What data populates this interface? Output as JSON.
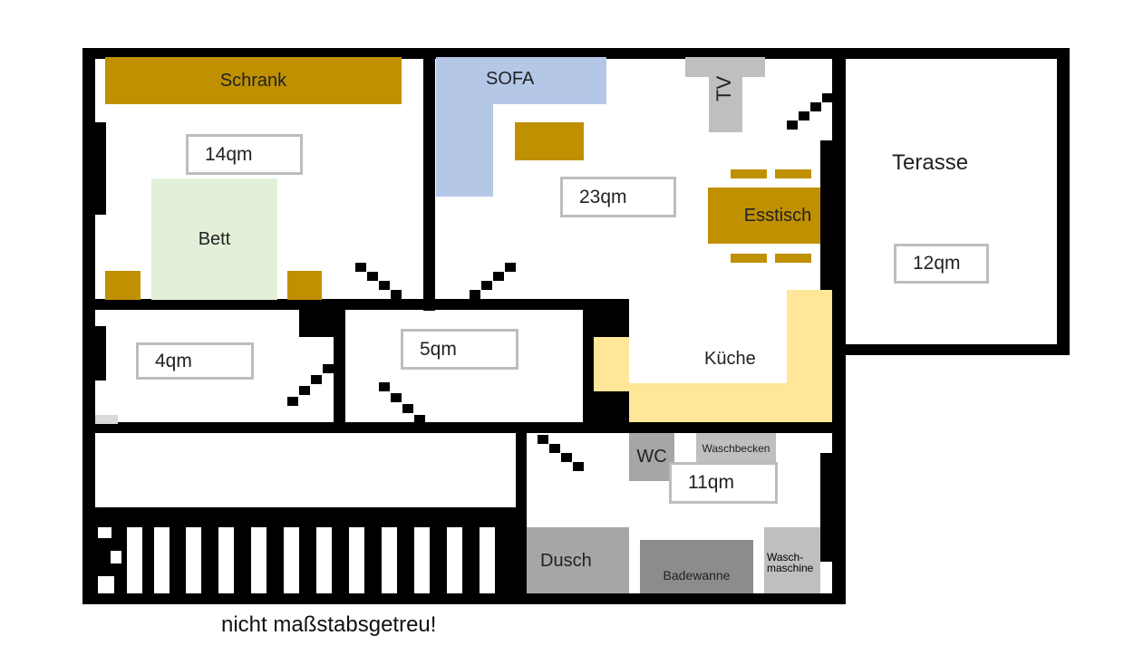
{
  "plan": {
    "areas": {
      "bedroom": "14qm",
      "living": "23qm",
      "terrace": "12qm",
      "room_a": "4qm",
      "room_b": "5qm",
      "bath": "11qm"
    },
    "labels": {
      "schrank": "Schrank",
      "sofa": "SOFA",
      "tv": "TV",
      "bett": "Bett",
      "esstisch": "Esstisch",
      "terrace": "Terasse",
      "kitchen": "Küche",
      "wc": "WC",
      "waschbecken": "Waschbecken",
      "dusche": "Dusch",
      "badewanne": "Badewanne",
      "waschmaschine_1": "Wasch-",
      "waschmaschine_2": "maschine"
    },
    "note": "nicht maßstabsgetreu!"
  },
  "colors": {
    "wall": "#000000",
    "wood": "#bf9000",
    "sofa": "#b4c7e7",
    "bed": "#e2f0d9",
    "kitchen": "#ffe699",
    "fixture_light": "#bfbfbf",
    "fixture_mid": "#a6a6a6",
    "fixture_dark": "#8c8c8c",
    "label_border": "#bdbdbd"
  }
}
